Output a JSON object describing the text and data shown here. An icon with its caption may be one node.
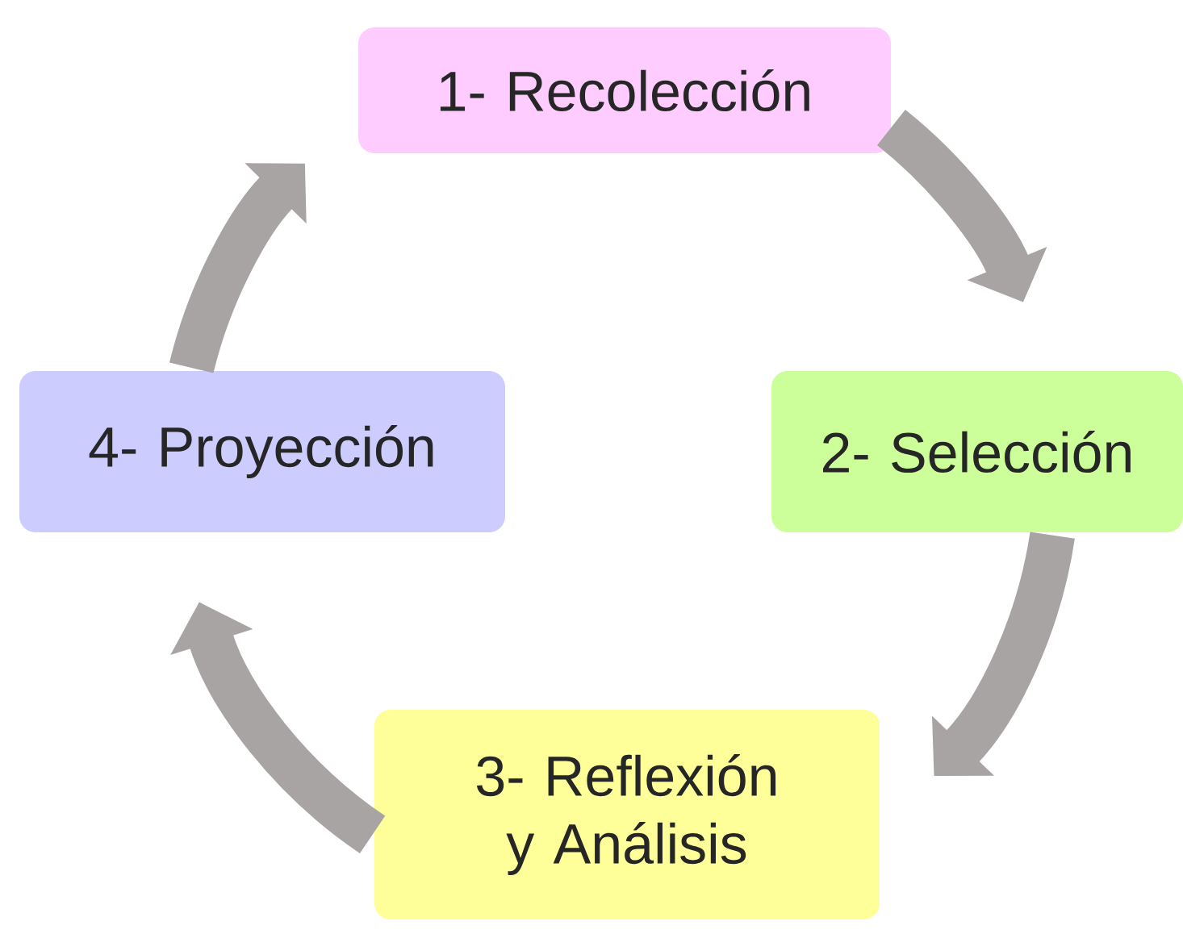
{
  "diagram": {
    "nodes": [
      {
        "text": [
          "1- Recolección"
        ]
      },
      {
        "text": [
          "2- Selección"
        ]
      },
      {
        "text": [
          "3- Reflexión y Análisis"
        ]
      },
      {
        "text": [
          "4- Proyección"
        ]
      }
    ],
    "edges": [
      {
        "from": 0,
        "to": 1,
        "arrow": "to"
      },
      {
        "from": 1,
        "to": 2,
        "arrow": "to"
      },
      {
        "from": 2,
        "to": 3,
        "arrow": "to"
      },
      {
        "from": 3,
        "to": 0,
        "arrow": "to"
      }
    ]
  }
}
